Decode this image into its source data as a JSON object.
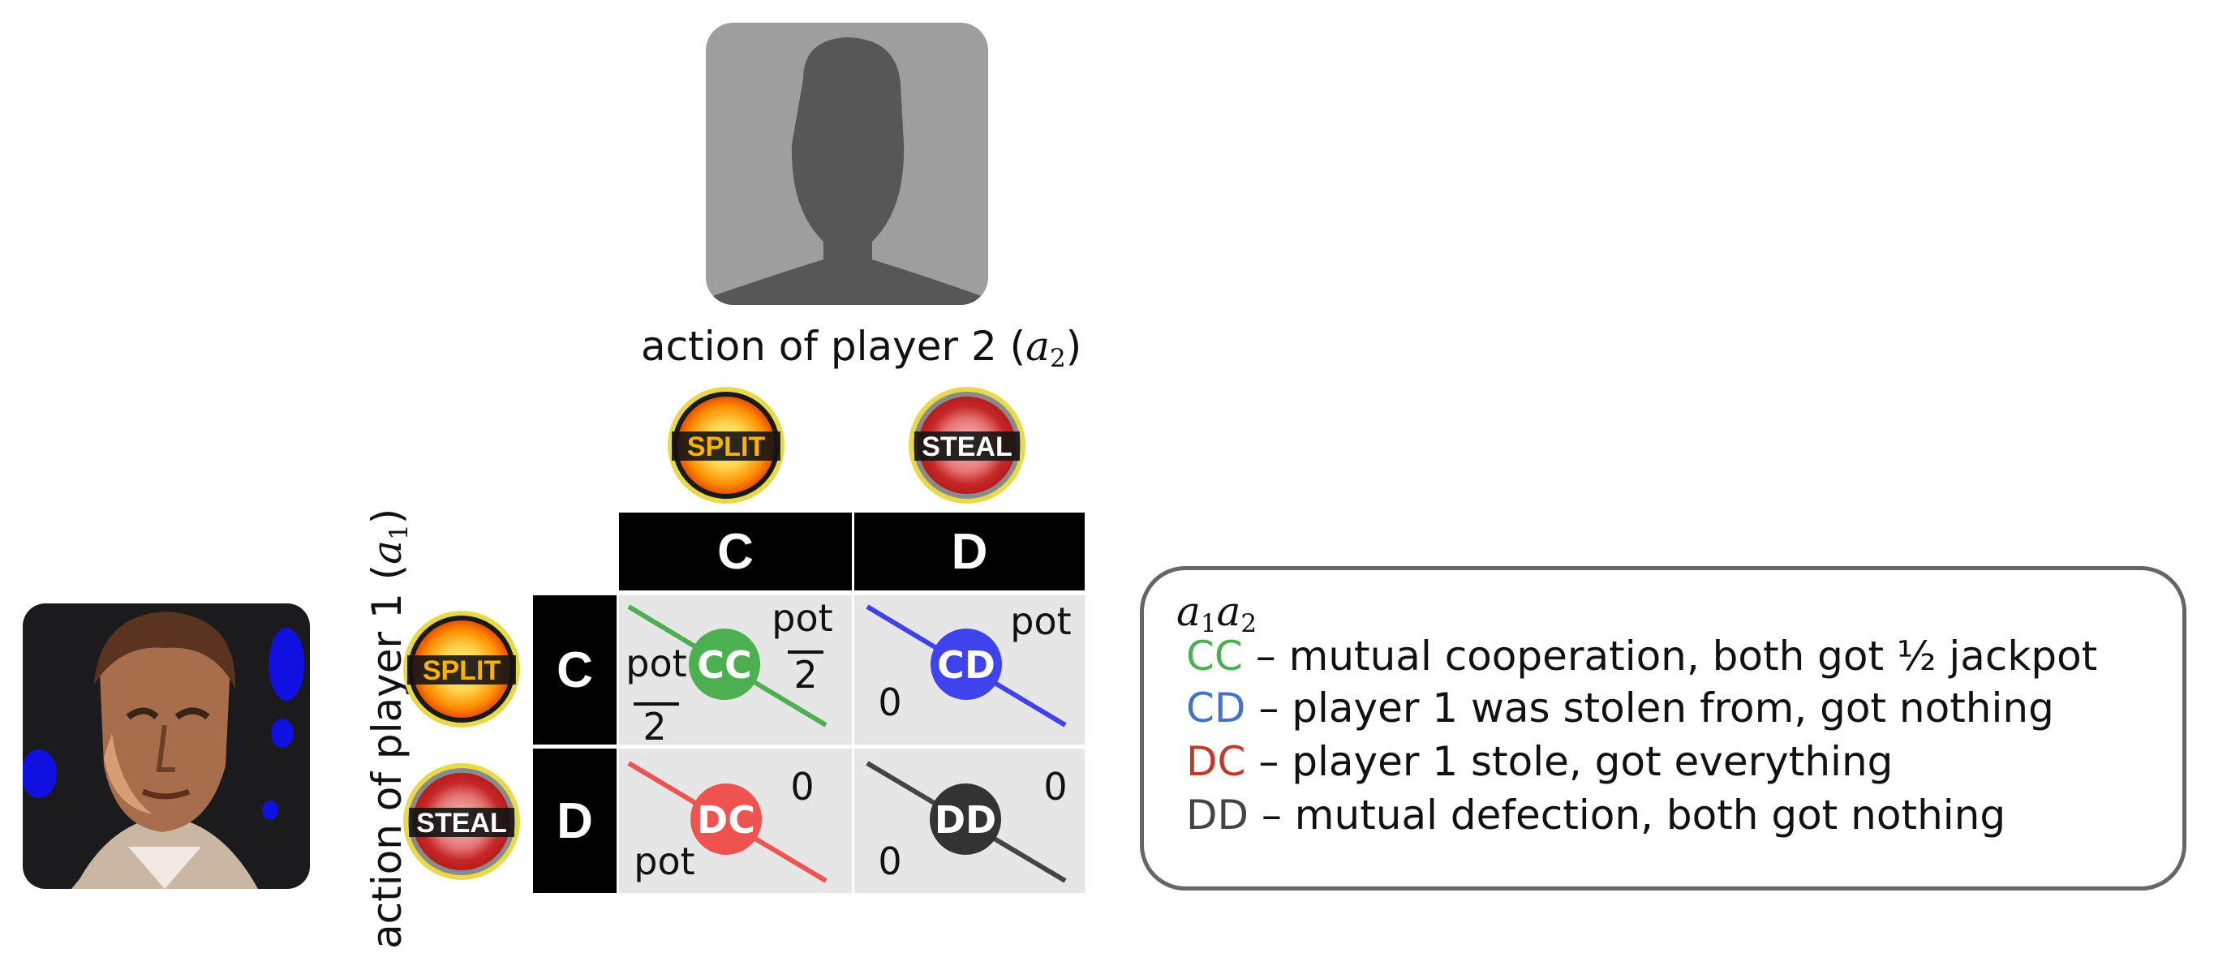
{
  "player2_label": {
    "text": "action of player 2 (",
    "var": "a",
    "sub": "2",
    "close": ")"
  },
  "player1_label": {
    "text": "action of player 1 (",
    "var": "a",
    "sub": "1",
    "close": ")"
  },
  "badges": {
    "split": "SPLIT",
    "steal": "STEAL"
  },
  "matrix": {
    "col_headers": [
      "C",
      "D"
    ],
    "row_headers": [
      "C",
      "D"
    ],
    "cells": {
      "cc": {
        "code": "CC",
        "color": "#4caf50",
        "line_color": "#4caf50",
        "top_right_num": "pot",
        "top_right_den": "2",
        "bottom_left_num": "pot",
        "bottom_left_den": "2"
      },
      "cd": {
        "code": "CD",
        "color": "#3f43ee",
        "line_color": "#3f43ee",
        "top_right": "pot",
        "bottom_left": "0"
      },
      "dc": {
        "code": "DC",
        "color": "#ef5350",
        "line_color": "#ef5350",
        "top_right": "0",
        "bottom_left": "pot"
      },
      "dd": {
        "code": "DD",
        "color": "#333333",
        "line_color": "#444444",
        "top_right": "0",
        "bottom_left": "0"
      }
    }
  },
  "legend": {
    "header": {
      "v1": "a",
      "s1": "1",
      "v2": "a",
      "s2": "2"
    },
    "rows": [
      {
        "code": "CC",
        "color": "#4caf50",
        "text": " – mutual cooperation, both got ½ jackpot"
      },
      {
        "code": "CD",
        "color": "#4472c4",
        "text": " – player 1 was stolen from, got nothing"
      },
      {
        "code": "DC",
        "color": "#c0392b",
        "text": " – player 1 stole, got everything"
      },
      {
        "code": "DD",
        "color": "#444444",
        "text": " – mutual defection, both got nothing"
      }
    ]
  }
}
